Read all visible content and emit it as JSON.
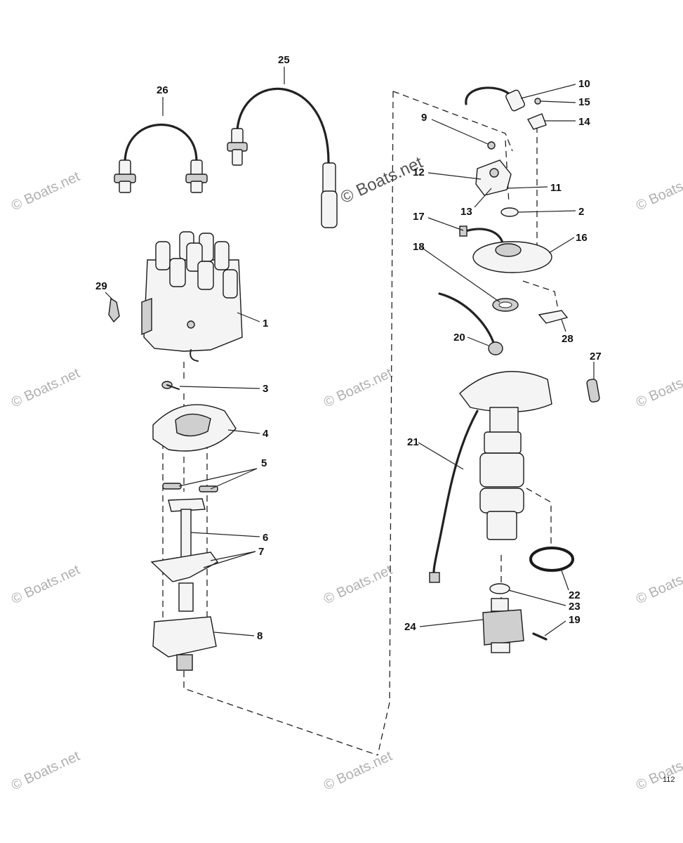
{
  "watermark": {
    "text": "© Boats.net"
  },
  "page_number": "112",
  "callouts": [
    {
      "id": "1",
      "label": "1"
    },
    {
      "id": "2",
      "label": "2"
    },
    {
      "id": "3",
      "label": "3"
    },
    {
      "id": "4",
      "label": "4"
    },
    {
      "id": "5",
      "label": "5"
    },
    {
      "id": "6",
      "label": "6"
    },
    {
      "id": "7",
      "label": "7"
    },
    {
      "id": "8",
      "label": "8"
    },
    {
      "id": "9",
      "label": "9"
    },
    {
      "id": "10",
      "label": "10"
    },
    {
      "id": "11",
      "label": "11"
    },
    {
      "id": "12",
      "label": "12"
    },
    {
      "id": "13",
      "label": "13"
    },
    {
      "id": "14",
      "label": "14"
    },
    {
      "id": "15",
      "label": "15"
    },
    {
      "id": "16",
      "label": "16"
    },
    {
      "id": "17",
      "label": "17"
    },
    {
      "id": "18",
      "label": "18"
    },
    {
      "id": "19",
      "label": "19"
    },
    {
      "id": "20",
      "label": "20"
    },
    {
      "id": "21",
      "label": "21"
    },
    {
      "id": "22",
      "label": "22"
    },
    {
      "id": "23",
      "label": "23"
    },
    {
      "id": "24",
      "label": "24"
    },
    {
      "id": "25",
      "label": "25"
    },
    {
      "id": "26",
      "label": "26"
    },
    {
      "id": "27",
      "label": "27"
    },
    {
      "id": "28",
      "label": "28"
    },
    {
      "id": "29",
      "label": "29"
    }
  ]
}
